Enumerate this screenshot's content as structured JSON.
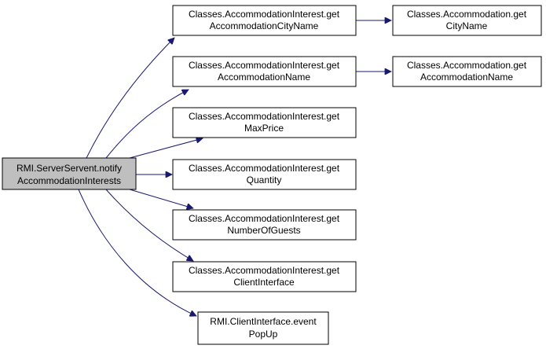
{
  "colors": {
    "edge": "#191970",
    "root_fill": "#bfbfbf",
    "node_fill": "#ffffff",
    "border": "#000000"
  },
  "nodes": [
    {
      "id": "root",
      "line1": "RMI.ServerServent.notify",
      "line2": "AccommodationInterests",
      "root": true
    },
    {
      "id": "getCityName",
      "line1": "Classes.AccommodationInterest.get",
      "line2": "AccommodationCityName"
    },
    {
      "id": "accCityName",
      "line1": "Classes.Accommodation.get",
      "line2": "CityName"
    },
    {
      "id": "getAccName",
      "line1": "Classes.AccommodationInterest.get",
      "line2": "AccommodationName"
    },
    {
      "id": "accAccName",
      "line1": "Classes.Accommodation.get",
      "line2": "AccommodationName"
    },
    {
      "id": "getMaxPrice",
      "line1": "Classes.AccommodationInterest.get",
      "line2": "MaxPrice"
    },
    {
      "id": "getQuantity",
      "line1": "Classes.AccommodationInterest.get",
      "line2": "Quantity"
    },
    {
      "id": "getGuests",
      "line1": "Classes.AccommodationInterest.get",
      "line2": "NumberOfGuests"
    },
    {
      "id": "getClient",
      "line1": "Classes.AccommodationInterest.get",
      "line2": "ClientInterface"
    },
    {
      "id": "eventPopUp",
      "line1": "RMI.ClientInterface.event",
      "line2": "PopUp"
    }
  ],
  "edges": [
    {
      "from": "root",
      "to": "getCityName"
    },
    {
      "from": "root",
      "to": "getAccName"
    },
    {
      "from": "root",
      "to": "getMaxPrice"
    },
    {
      "from": "root",
      "to": "getQuantity"
    },
    {
      "from": "root",
      "to": "getGuests"
    },
    {
      "from": "root",
      "to": "getClient"
    },
    {
      "from": "root",
      "to": "eventPopUp"
    },
    {
      "from": "getCityName",
      "to": "accCityName"
    },
    {
      "from": "getAccName",
      "to": "accAccName"
    }
  ]
}
